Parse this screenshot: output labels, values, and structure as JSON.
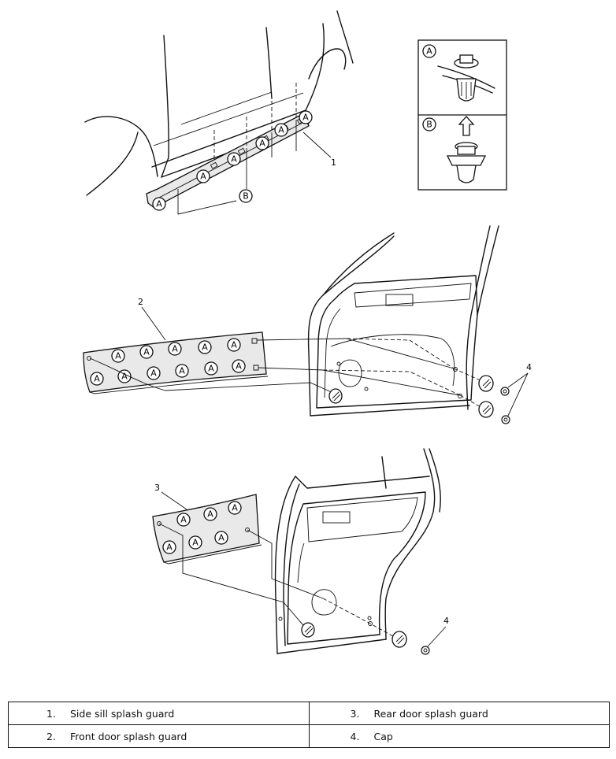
{
  "callouts": {
    "clip_a": "A",
    "clip_b": "B",
    "part_1": "1",
    "part_2": "2",
    "part_3": "3",
    "part_4": "4"
  },
  "legend": [
    [
      {
        "number": "1.",
        "label": "Side sill splash guard"
      },
      {
        "number": "3.",
        "label": "Rear door splash guard"
      }
    ],
    [
      {
        "number": "2.",
        "label": "Front door splash guard"
      },
      {
        "number": "4.",
        "label": "Cap"
      }
    ]
  ]
}
